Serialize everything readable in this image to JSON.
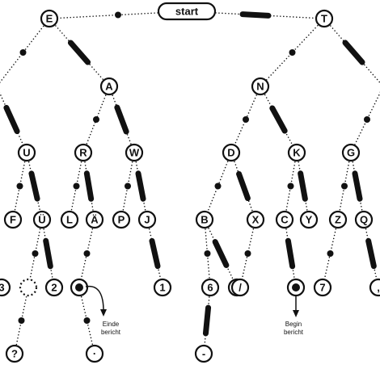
{
  "start_label": "start",
  "nodes": {
    "E": "E",
    "T": "T",
    "A": "A",
    "N": "N",
    "U": "U",
    "R": "R",
    "W": "W",
    "D": "D",
    "K": "K",
    "G": "G",
    "F": "F",
    "UE": "Ü",
    "L": "L",
    "AE": "Ä",
    "P": "P",
    "J": "J",
    "B": "B",
    "X": "X",
    "C": "C",
    "Y": "Y",
    "Z": "Z",
    "Q": "Q",
    "n3": "3",
    "n2": "2",
    "n1": "1",
    "n6": "6",
    "eq": "=",
    "slash": "/",
    "n7": "7",
    "comma": ",",
    "qm": "?",
    "period": "·",
    "hyphen": "-"
  },
  "notes": {
    "end_line1": "Einde",
    "end_line2": "bericht",
    "begin_line1": "Begin",
    "begin_line2": "bericht"
  }
}
